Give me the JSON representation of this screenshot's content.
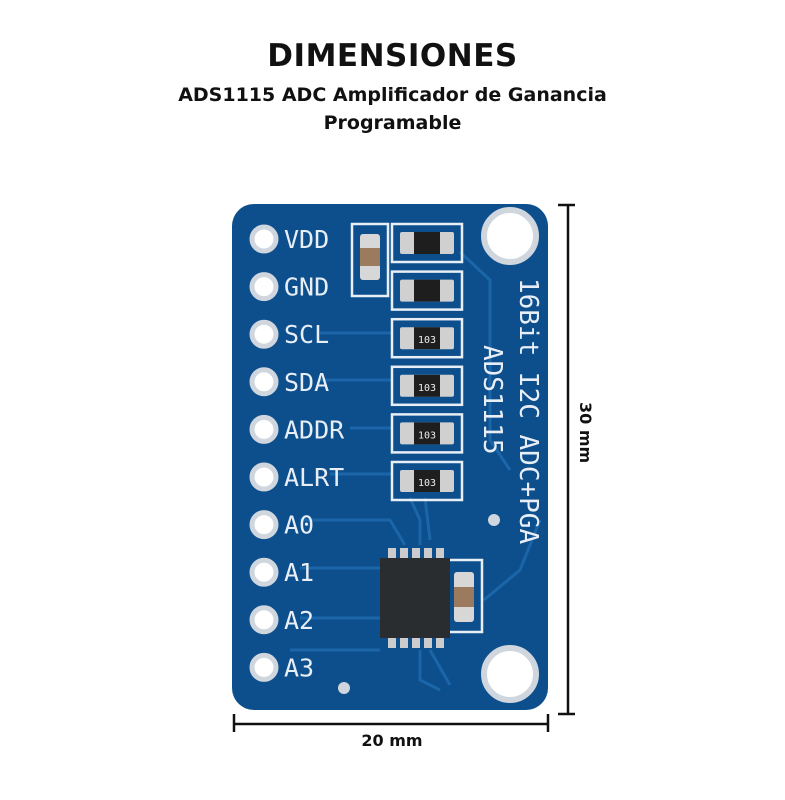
{
  "header": {
    "title": "DIMENSIONES",
    "subtitle_line1": "ADS1115 ADC Amplificador de Ganancia",
    "subtitle_line2": "Programable"
  },
  "board": {
    "pins": [
      "VDD",
      "GND",
      "SCL",
      "SDA",
      "ADDR",
      "ALRT",
      "A0",
      "A1",
      "A2",
      "A3"
    ],
    "resistor_marking": "103",
    "silk_line1": "16Bit I2C ADC+PGA",
    "silk_line2": "ADS1115",
    "colors": {
      "pcb": "#0d4f8c",
      "trace": "#1a66a8",
      "silk": "#e8eef6"
    }
  },
  "dimensions": {
    "height_label": "30 mm",
    "width_label": "20 mm"
  }
}
